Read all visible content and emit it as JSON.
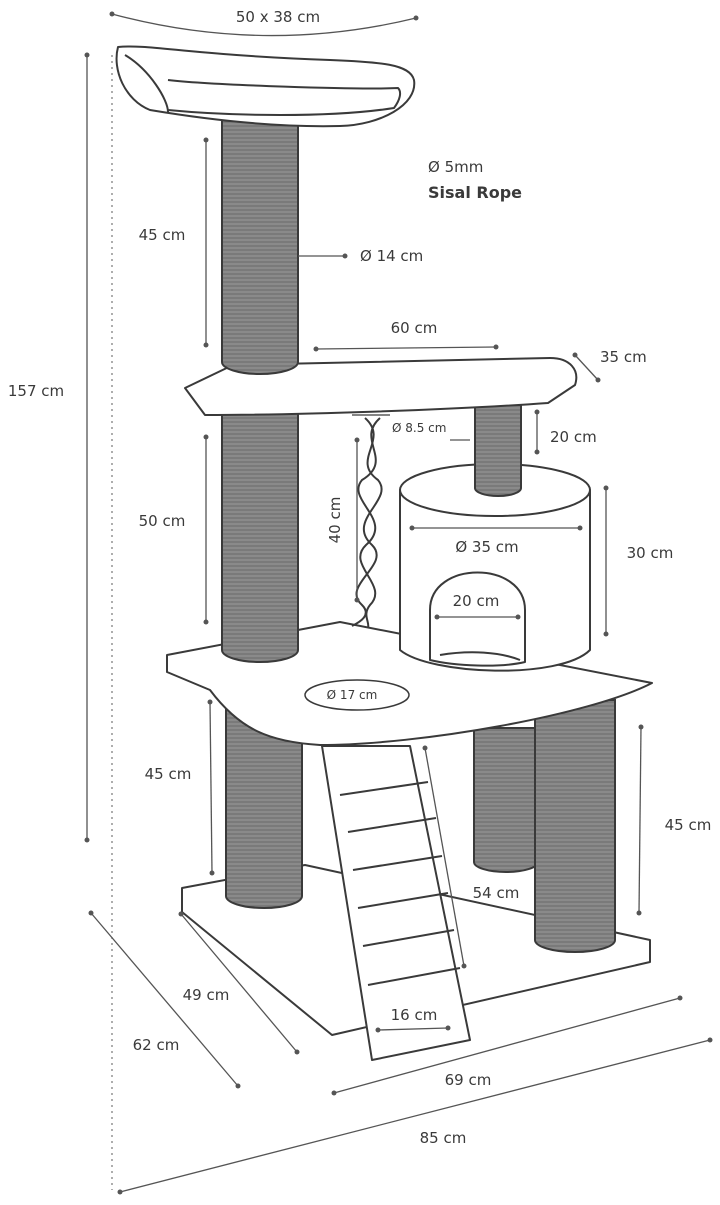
{
  "colors": {
    "line": "#3a3a3a",
    "post_fill": "#8a8a8a",
    "background": "#ffffff"
  },
  "labels": {
    "top_size": "50 x 38 cm",
    "total_height": "157 cm",
    "rope_diameter": "Ø 5mm",
    "rope_name": "Sisal Rope",
    "top_post_height": "45 cm",
    "post_diameter": "Ø 14 cm",
    "shelf_length": "60 cm",
    "shelf_depth": "35 cm",
    "small_post_diameter": "Ø 8.5 cm",
    "small_post_height": "20 cm",
    "rope_length": "40 cm",
    "middle_post_height": "50 cm",
    "house_diameter": "Ø 35 cm",
    "house_height": "30 cm",
    "door_width": "20 cm",
    "hole_diameter": "Ø 17 cm",
    "left_leg_height": "45 cm",
    "right_leg_height": "45 cm",
    "ladder_length": "54 cm",
    "ladder_width": "16 cm",
    "base_depth": "49 cm",
    "overall_depth": "62 cm",
    "base_width": "69 cm",
    "overall_width": "85 cm"
  }
}
